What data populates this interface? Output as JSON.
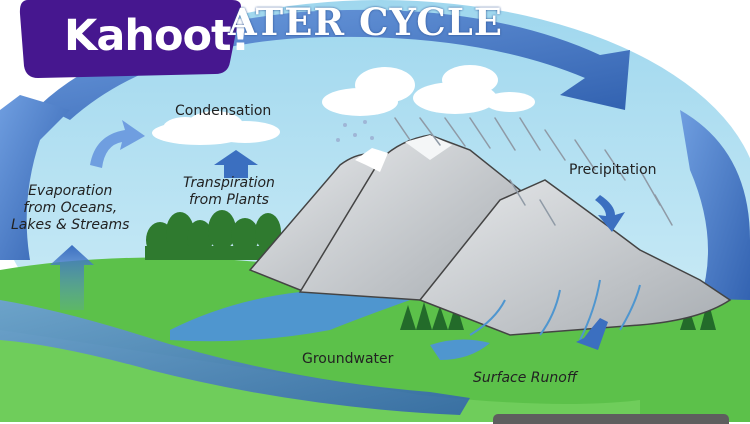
{
  "brand": {
    "name": "Kahoot!",
    "color": "#46178f"
  },
  "diagram": {
    "title": "ATER CYCLE",
    "labels": {
      "condensation": "Condensation",
      "transpiration": [
        "Transpiration",
        "from Plants"
      ],
      "evaporation": [
        "Evaporation",
        "from Oceans,",
        "Lakes & Streams"
      ],
      "precipitation": "Precipitation",
      "groundwater": "Groundwater",
      "surface_runoff": "Surface Runoff"
    },
    "colors": {
      "sky": "#bde6f4",
      "cycle_arrow": "#3b6fc0",
      "land": "#5cc14a",
      "water": "#4f96cf",
      "mountain": "#c9cdd0",
      "trees": "#2f7a2f"
    }
  }
}
